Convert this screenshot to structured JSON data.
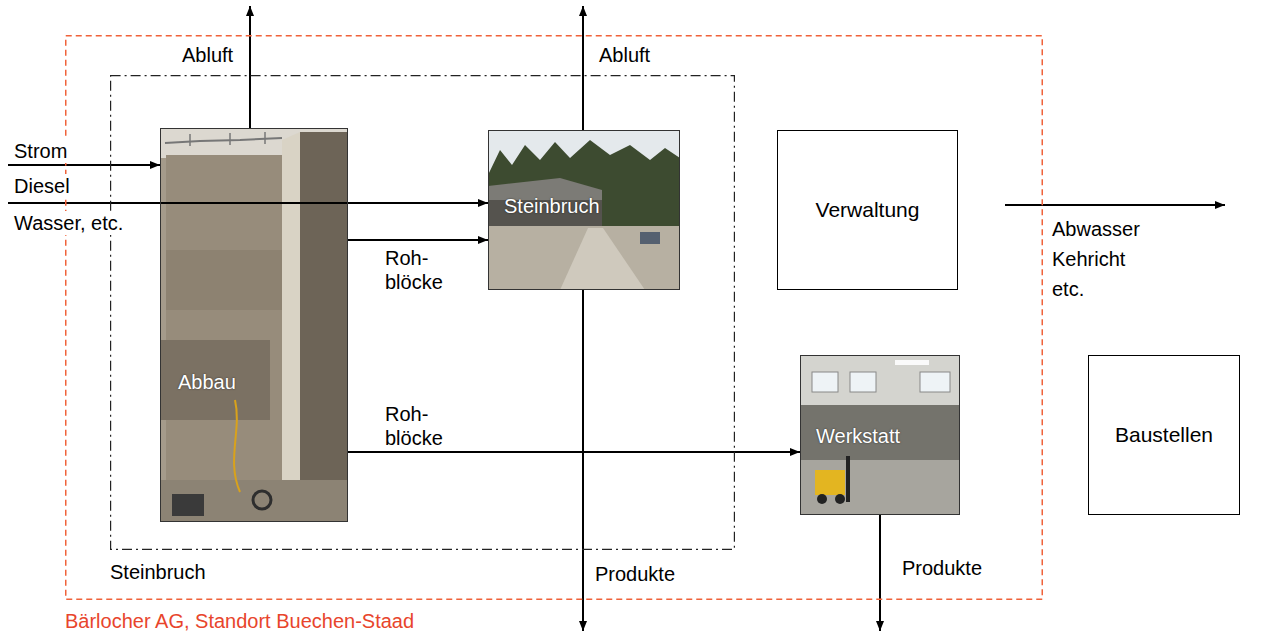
{
  "diagram": {
    "nodes": [
      {
        "text": [
          "Bärlocher AG, Standort Buechen-Staad"
        ]
      },
      {
        "text": [
          "Steinbruch"
        ],
        "in": 0
      },
      {
        "text": [
          "Abbau"
        ],
        "in": 1
      },
      {
        "text": [
          "Steinbruch"
        ],
        "in": 1
      },
      {
        "text": [
          "Verwaltung"
        ],
        "in": 0
      },
      {
        "text": [
          "Werkstatt"
        ],
        "in": 0
      },
      {
        "text": [
          "Baustellen"
        ]
      }
    ],
    "edges": [
      {
        "from": 2,
        "to": 3,
        "label": "Roh- blöcke",
        "arrow": "to"
      },
      {
        "from": 2,
        "to": 5,
        "label": "Roh- blöcke",
        "arrow": "to"
      }
    ],
    "labels": [
      "Abluft",
      "Abluft",
      "Strom",
      "Diesel",
      "Wasser, etc.",
      "Abwasser Kehricht etc.",
      "Produkte",
      "Produkte"
    ]
  }
}
